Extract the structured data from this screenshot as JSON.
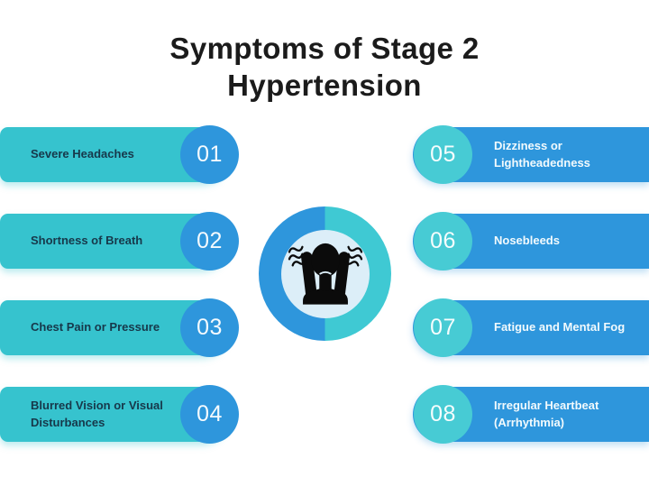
{
  "title": {
    "line1": "Symptoms of Stage 2",
    "line2": "Hypertension"
  },
  "left_items": [
    {
      "number": "01",
      "label": "Severe Headaches"
    },
    {
      "number": "02",
      "label": "Shortness of Breath"
    },
    {
      "number": "03",
      "label": "Chest Pain or Pressure"
    },
    {
      "number": "04",
      "label": "Blurred Vision or Visual Disturbances"
    }
  ],
  "right_items": [
    {
      "number": "05",
      "label": "Dizziness or Lightheadedness"
    },
    {
      "number": "06",
      "label": "Nosebleeds"
    },
    {
      "number": "07",
      "label": "Fatigue and Mental Fog"
    },
    {
      "number": "08",
      "label": "Irregular Heartbeat (Arrhythmia)"
    }
  ],
  "center_icon": "person-holding-head-in-stress-icon",
  "colors": {
    "teal_bar": "#36c3ce",
    "teal_badge": "#47cbd4",
    "blue": "#2e96dc",
    "dark_text": "#17384a",
    "light_text": "#f2fafd",
    "inner_circle": "#dceef8",
    "silhouette": "#0b0b0b",
    "title_text": "#1b1b1b",
    "background": "#ffffff"
  }
}
